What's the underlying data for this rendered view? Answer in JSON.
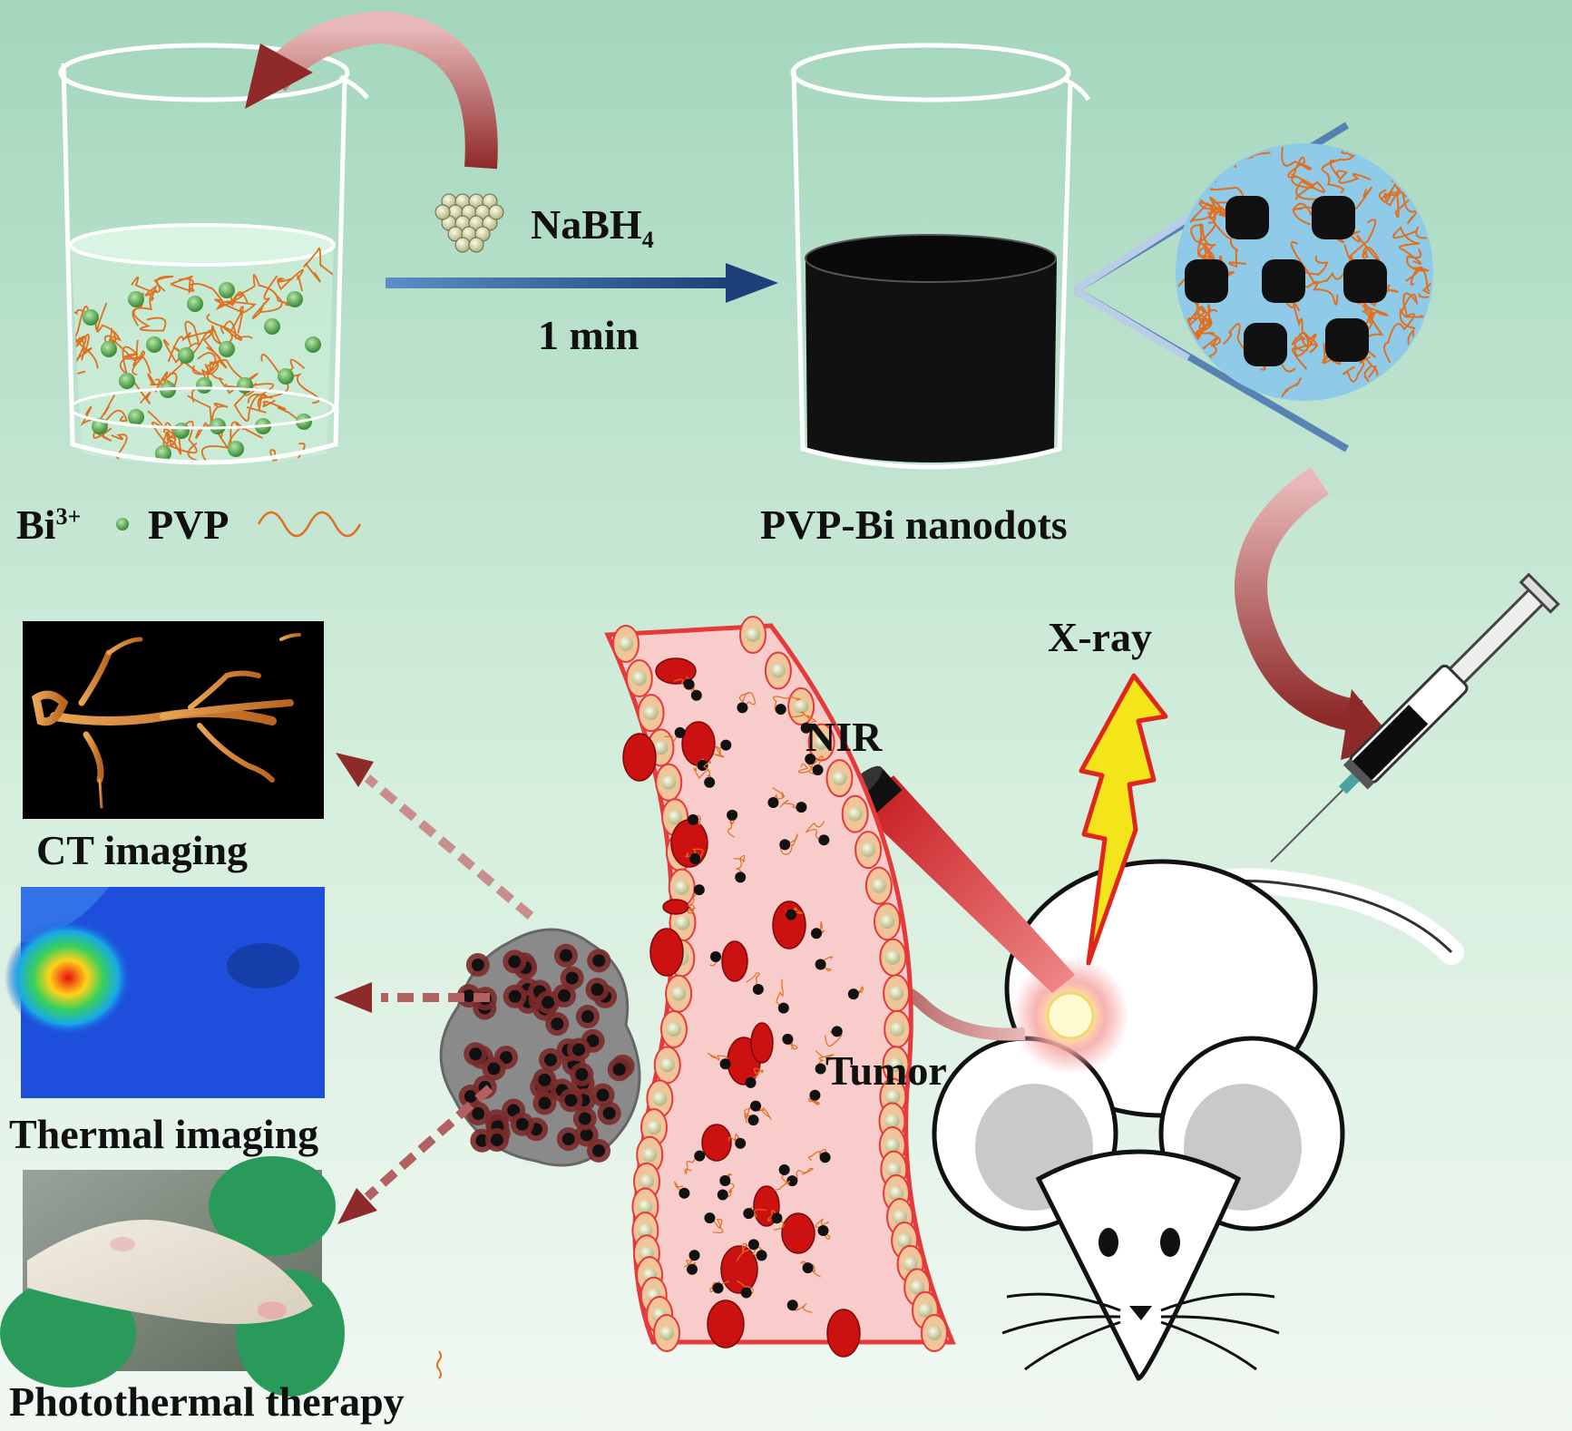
{
  "labels": {
    "reagent": "NaBH",
    "reagent_subscript": "4",
    "time": "1 min",
    "bi_ion": "Bi",
    "bi_charge": "3+",
    "pvp": "PVP",
    "product": "PVP-Bi nanodots",
    "xray": "X-ray",
    "nir": "NIR",
    "tumor": "Tumor",
    "ct": "CT imaging",
    "thermal": "Thermal imaging",
    "ptt": "Photothermal therapy"
  },
  "colors": {
    "background_top": "#a3d6bd",
    "background_bottom": "#eef7f0",
    "bi_sphere": "#5fb35a",
    "pvp_chain": "#e07020",
    "nanodot": "#111111",
    "nanodot_zoom_bg": "#8fcbe8",
    "arrow_dark_red": "#8e2a2a",
    "blood_cell": "#cc1111",
    "vessel_wall": "#f3a49c",
    "xray_bolt": "#f4e51a",
    "laser_beam": "#d41a1a"
  }
}
